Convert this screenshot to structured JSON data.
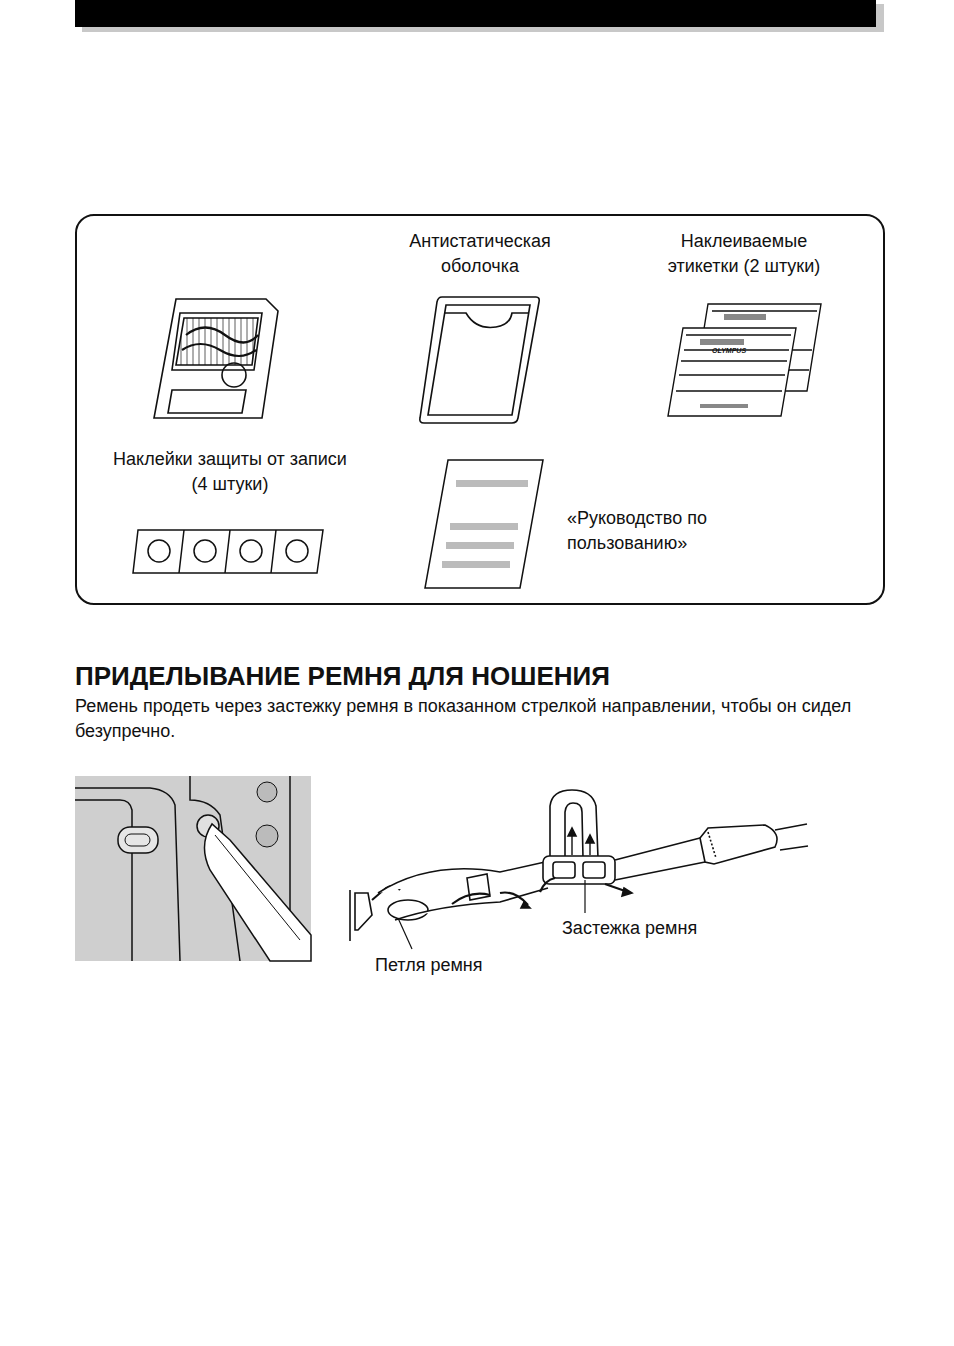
{
  "diagram": {
    "title": "ПРИДЕЛЫВАНИЕ РЕМНЯ ДЛЯ НОШЕНИЯ",
    "labels": [
      "Антистатическая оболочка",
      "Наклеиваемые этикетки (2 штуки)",
      "OLYMPUS",
      "Наклейки защиты от записи (4 штуки)",
      "«Руководство по пользованию»",
      "Ремень продеть через застежку ремня в показанном стрелкой направлении, чтобы он сидел безупречно.",
      "Застежка ремня",
      "Петля ремня"
    ]
  }
}
